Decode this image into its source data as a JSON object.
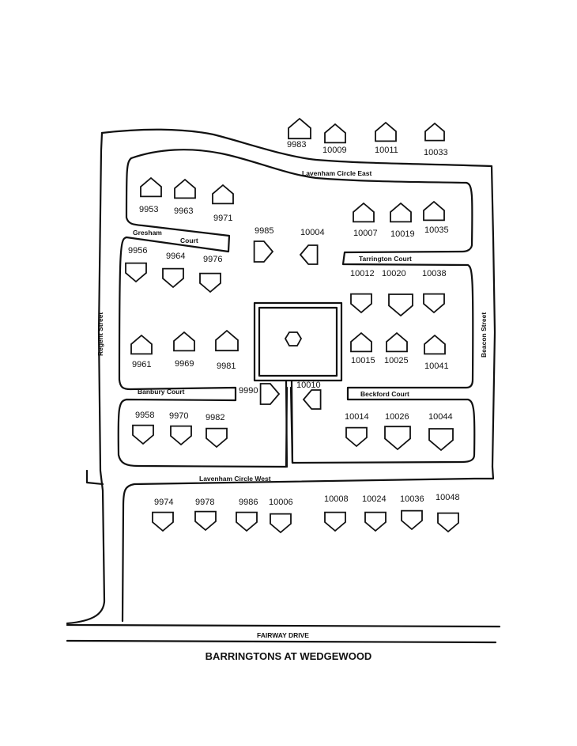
{
  "title": "BARRINGTONS AT WEDGEWOOD",
  "streets": {
    "lavenham_east": "Lavenham Circle East",
    "lavenham_west": "Lavenham Circle West",
    "gresham": "Gresham",
    "gresham_court": "Court",
    "tarrington": "Tarrington Court",
    "regent": "Regent Street",
    "beacon": "Beacon Street",
    "banbury": "Banbury Court",
    "beckford": "Beckford Court",
    "fairway": "FAIRWAY DRIVE"
  },
  "houses": [
    {
      "id": "9983",
      "style": "up"
    },
    {
      "id": "10009",
      "style": "up"
    },
    {
      "id": "10011",
      "style": "up"
    },
    {
      "id": "10033",
      "style": "up"
    },
    {
      "id": "9953",
      "style": "up"
    },
    {
      "id": "9963",
      "style": "up"
    },
    {
      "id": "9971",
      "style": "up"
    },
    {
      "id": "10007",
      "style": "up"
    },
    {
      "id": "10019",
      "style": "up"
    },
    {
      "id": "10035",
      "style": "up"
    },
    {
      "id": "9985",
      "style": "right"
    },
    {
      "id": "10004",
      "style": "left"
    },
    {
      "id": "9956",
      "style": "down"
    },
    {
      "id": "9964",
      "style": "down"
    },
    {
      "id": "9976",
      "style": "down"
    },
    {
      "id": "10012",
      "style": "down"
    },
    {
      "id": "10020",
      "style": "down"
    },
    {
      "id": "10038",
      "style": "down"
    },
    {
      "id": "9961",
      "style": "up"
    },
    {
      "id": "9969",
      "style": "up"
    },
    {
      "id": "9981",
      "style": "up"
    },
    {
      "id": "10015",
      "style": "up"
    },
    {
      "id": "10025",
      "style": "up"
    },
    {
      "id": "10041",
      "style": "up"
    },
    {
      "id": "9990",
      "style": "right"
    },
    {
      "id": "10010",
      "style": "left"
    },
    {
      "id": "9958",
      "style": "down"
    },
    {
      "id": "9970",
      "style": "down"
    },
    {
      "id": "9982",
      "style": "down"
    },
    {
      "id": "10014",
      "style": "down"
    },
    {
      "id": "10026",
      "style": "down"
    },
    {
      "id": "10044",
      "style": "down"
    },
    {
      "id": "9974",
      "style": "down"
    },
    {
      "id": "9978",
      "style": "down"
    },
    {
      "id": "9986",
      "style": "down"
    },
    {
      "id": "10006",
      "style": "down"
    },
    {
      "id": "10008",
      "style": "down"
    },
    {
      "id": "10024",
      "style": "down"
    },
    {
      "id": "10036",
      "style": "down"
    },
    {
      "id": "10048",
      "style": "down"
    }
  ]
}
